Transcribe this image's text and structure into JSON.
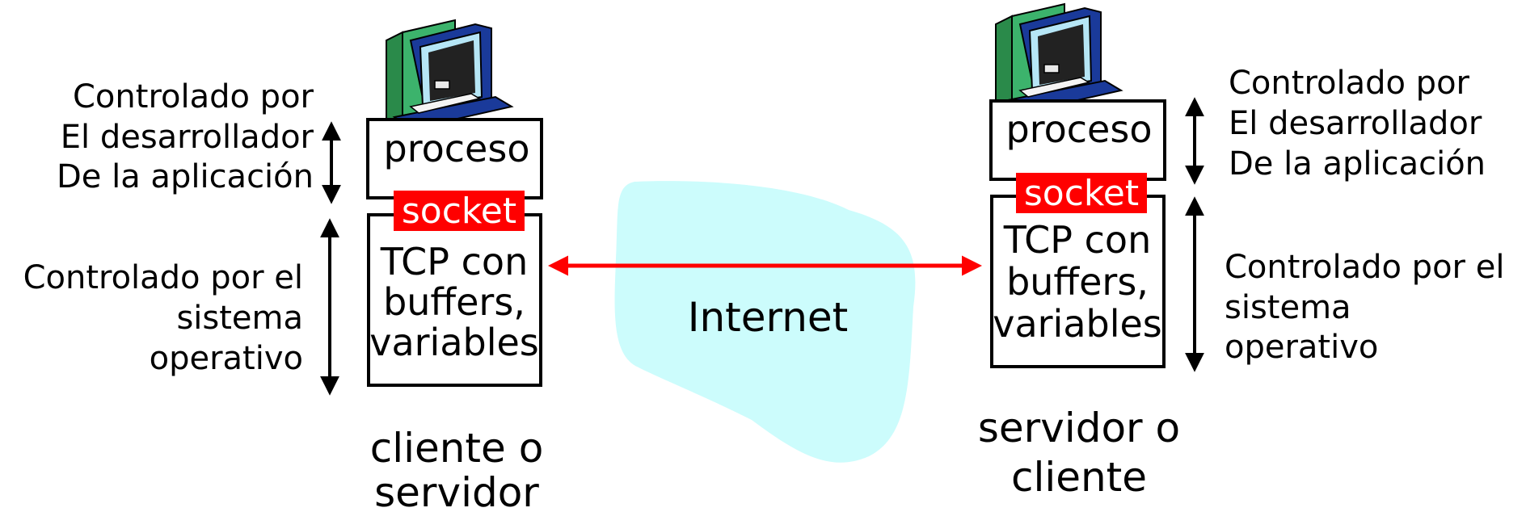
{
  "left_host": {
    "process_label": "proceso",
    "socket_label": "socket",
    "stack_lines": [
      "TCP con",
      "buffers,",
      "variables"
    ],
    "app_note_lines": [
      "Controlado por",
      "El desarrollador",
      "De la aplicación"
    ],
    "os_note_lines": [
      "Controlado por el",
      "sistema",
      "operativo"
    ],
    "caption_lines": [
      "cliente o",
      "servidor"
    ]
  },
  "right_host": {
    "process_label": "proceso",
    "socket_label": "socket",
    "stack_lines": [
      "TCP con",
      "buffers,",
      "variables"
    ],
    "app_note_lines": [
      "Controlado por",
      "El desarrollador",
      "De la aplicación"
    ],
    "os_note_lines": [
      "Controlado por el",
      "sistema",
      "operativo"
    ],
    "caption_lines": [
      "servidor o",
      "cliente"
    ]
  },
  "network": {
    "label": "Internet"
  },
  "colors": {
    "socket": "#ff0000",
    "link": "#ff0000",
    "cloud": "#ccfcfc"
  }
}
